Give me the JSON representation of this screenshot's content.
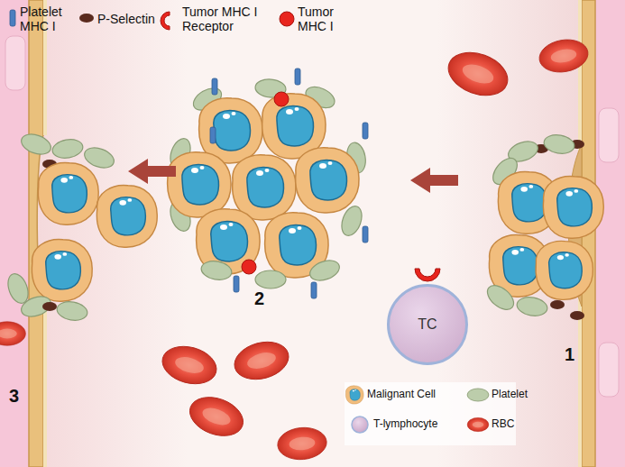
{
  "diagram": {
    "nodes": [
      {
        "text": [
          "TC"
        ]
      }
    ],
    "labels": [
      "1",
      "2",
      "3"
    ],
    "legend": [
      {
        "text": "Platelet MHC I"
      },
      {
        "text": "P-Selectin"
      },
      {
        "text": "Tumor MHC I Receptor"
      },
      {
        "text": "Tumor MHC I"
      },
      {
        "text": "Malignant Cell"
      },
      {
        "text": "Platelet"
      },
      {
        "text": "T-lymphocyte"
      },
      {
        "text": "RBC"
      }
    ]
  }
}
